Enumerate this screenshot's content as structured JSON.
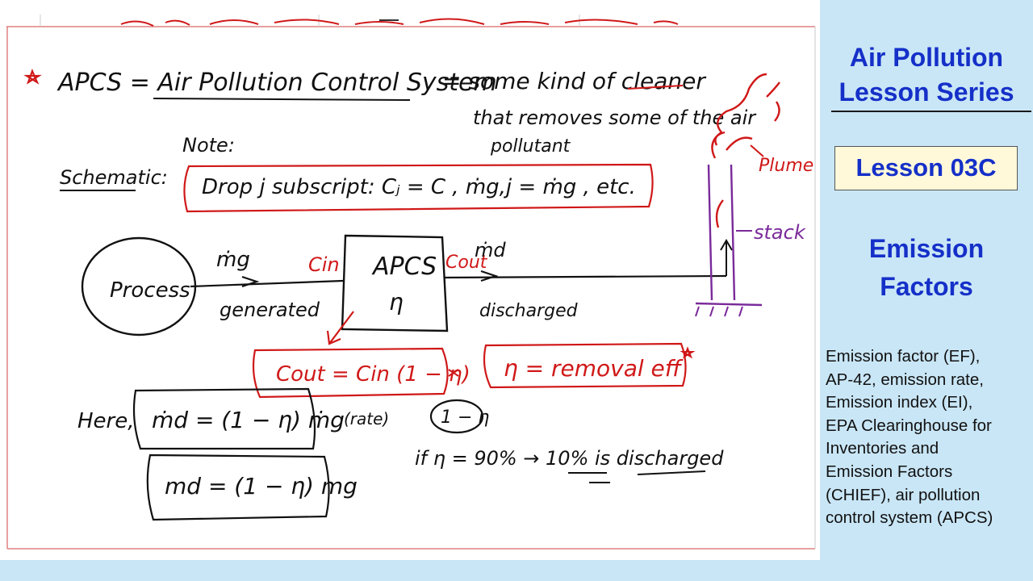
{
  "sidebar": {
    "series_title_line1": "Air Pollution",
    "series_title_line2": "Lesson Series",
    "lesson_label": "Lesson 03C",
    "topic_line1": "Emission",
    "topic_line2": "Factors",
    "keywords": [
      "Emission factor (EF),",
      "AP-42, emission rate,",
      "Emission index (EI),",
      "EPA Clearinghouse for",
      "Inventories and",
      "Emission Factors",
      "(CHIEF), air pollution",
      "control system (APCS)"
    ]
  },
  "notes": {
    "apcs_def": "APCS = Air Pollution Control System",
    "apcs_desc1": "= some kind of cleaner",
    "apcs_desc2": "that removes some of the air",
    "apcs_desc3": "pollutant",
    "note_label": "Note:",
    "schematic_label": "Schematic:",
    "drop_subscript": "Drop j subscript:  Cⱼ = C ,  ṁg,j = ṁg , etc.",
    "process": "Process",
    "mg_label": "ṁg",
    "generated": "generated",
    "cin": "Cin",
    "apcs_box": "APCS",
    "eta": "η",
    "cout": "Cout",
    "md_label": "ṁd",
    "discharged": "discharged",
    "cout_eq": "Cout = Cin (1 − η)",
    "removal_eff": "η = removal eff",
    "here": "Here,",
    "md_eq1": "ṁd = (1 − η) ṁg",
    "rate": "(rate)",
    "one_minus_eta": "1 − η",
    "md_eq2": "md = (1 − η) mg",
    "if_line": "if η = 90% → 10% is discharged",
    "plume": "Plume",
    "stack": "stack"
  }
}
